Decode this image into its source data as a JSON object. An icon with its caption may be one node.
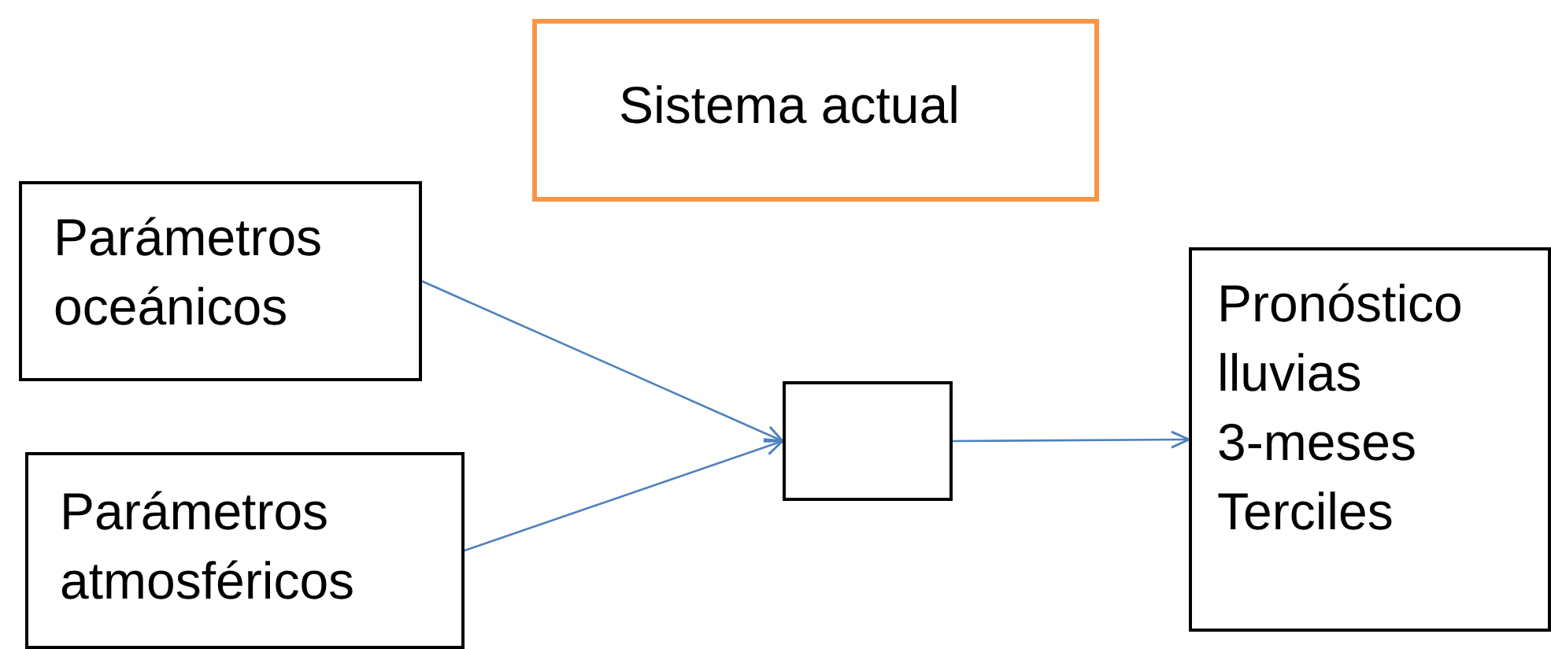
{
  "diagram": {
    "nodes": [
      {
        "text": [
          "Sistema actual"
        ]
      },
      {
        "text": [
          "Parámetros oceánicos"
        ]
      },
      {
        "text": [
          "Parámetros atmosféricos"
        ]
      },
      {
        "text": [],
        "shape": "box"
      },
      {
        "text": [
          "Pronóstico lluvias 3-meses Terciles"
        ]
      }
    ],
    "edges": [
      {
        "from": 1,
        "to": 3,
        "arrow": "to",
        "color": "#4f81bd"
      },
      {
        "from": 2,
        "to": 3,
        "arrow": "to",
        "color": "#4f81bd"
      },
      {
        "from": 3,
        "to": 4,
        "arrow": "to",
        "color": "#4f81bd"
      }
    ]
  }
}
